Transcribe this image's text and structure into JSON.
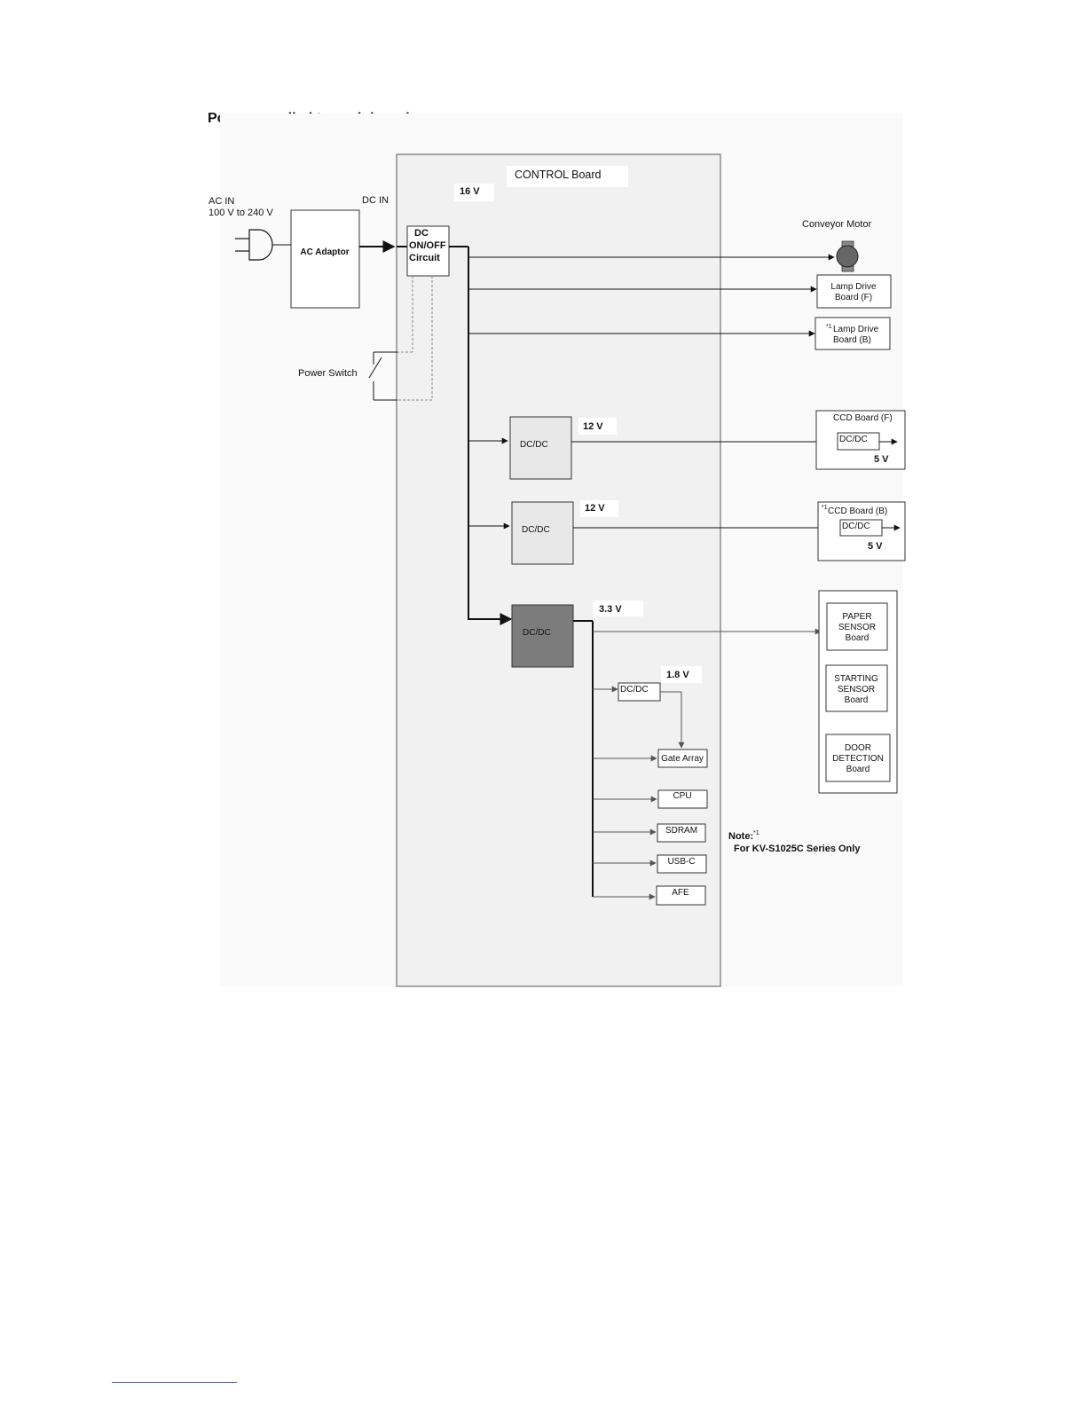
{
  "title": "Power supplied to each board",
  "control_board": {
    "label": "CONTROL Board",
    "input_voltage": "16 V"
  },
  "ac_in": {
    "line1": "AC IN",
    "line2": "100 V to  240 V"
  },
  "dc_in": "DC IN",
  "ac_adaptor": "AC Adaptor",
  "dc_onoff": {
    "line1": "DC",
    "line2": "ON/OFF",
    "line3": "Circuit"
  },
  "power_switch": "Power Switch",
  "conveyor_motor": "Conveyor Motor",
  "lamp_drive_f": {
    "line1": "Lamp Drive",
    "line2": "Board (F)"
  },
  "lamp_drive_b": {
    "note_mark": "*1",
    "line1": "Lamp Drive",
    "line2": "Board (B)"
  },
  "converters": [
    {
      "label": "DC/DC",
      "voltage": "12 V"
    },
    {
      "label": "DC/DC",
      "voltage": "12 V"
    },
    {
      "label": "DC/DC",
      "voltage": "3.3 V"
    },
    {
      "label": "DC/DC",
      "voltage": "1.8 V"
    }
  ],
  "ccd_f": {
    "title": "CCD Board (F)",
    "inner": "DC/DC",
    "out_voltage": "5 V"
  },
  "ccd_b": {
    "note_mark": "*1",
    "title": "CCD Board (B)",
    "inner": "DC/DC",
    "out_voltage": "5 V"
  },
  "sensor_boards": [
    {
      "line1": "PAPER",
      "line2": "SENSOR",
      "line3": "Board"
    },
    {
      "line1": "STARTING",
      "line2": "SENSOR",
      "line3": "Board"
    },
    {
      "line1": "DOOR",
      "line2": "DETECTION",
      "line3": "Board"
    }
  ],
  "components": [
    "Gate Array",
    "CPU",
    "SDRAM",
    "USB-C",
    "AFE"
  ],
  "note": {
    "label": "Note:",
    "mark": "*1",
    "text": "For KV-S1025C Series Only"
  },
  "colors": {
    "control_bg": "#f1f1f1",
    "dcdc_light": "#e8e8e8",
    "dcdc_dark": "#7c7c7c",
    "line": "#111111",
    "arrow_gray": "#555555"
  }
}
